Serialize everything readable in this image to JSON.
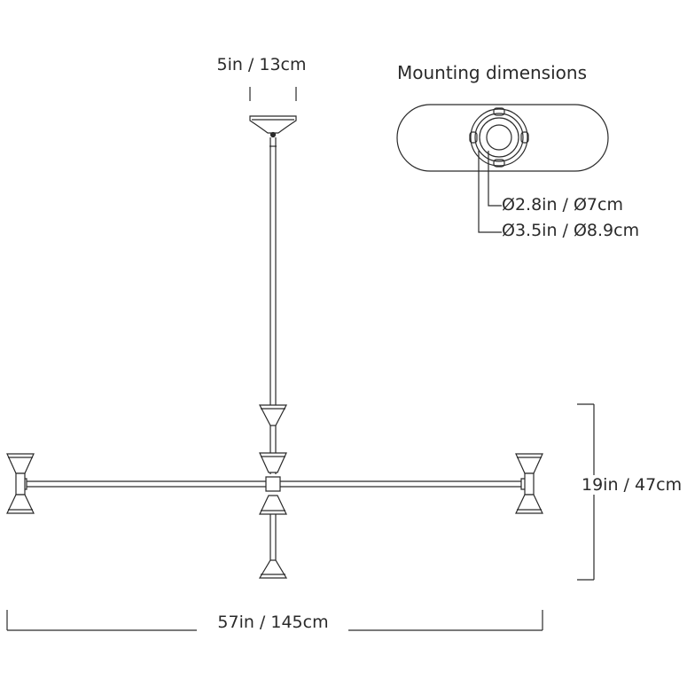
{
  "labels": {
    "canopy_width": "5in / 13cm",
    "mounting_title": "Mounting dimensions",
    "inner_diameter": "Ø2.8in / Ø7cm",
    "outer_diameter": "Ø3.5in / Ø8.9cm",
    "height": "19in / 47cm",
    "width": "57in / 145cm"
  },
  "colors": {
    "line": "#2a2a2a",
    "shade_fill": "#ffffff",
    "background": "#ffffff"
  }
}
